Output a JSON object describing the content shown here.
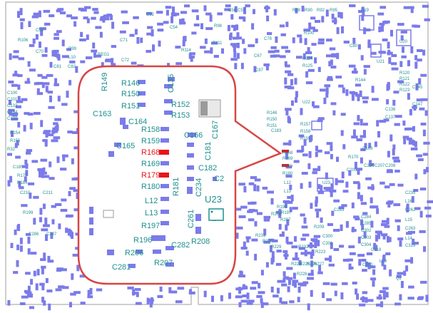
{
  "colors": {
    "board_bg": "#ffffff",
    "board_outline": "#bdbdbd",
    "pad": "#7b7bea",
    "pad_dark": "#5c5cd6",
    "silk_text": "#1f8f8f",
    "highlight": "#e8141b",
    "callout_border": "#d84545",
    "chip_fill": "#e9e9e9",
    "chip_dark": "#9a9a9a"
  },
  "callout": {
    "labels": {
      "r146": "R146",
      "r150": "R150",
      "r151": "R151",
      "r149": "R149",
      "c135": "C135",
      "r152": "R152",
      "r153": "R153",
      "c163": "C163",
      "c164": "C164",
      "r158": "R158",
      "r159": "R159",
      "c165": "C165",
      "c166": "C166",
      "c167": "C167",
      "c181": "C181",
      "r168": "R168",
      "r169": "R169",
      "r179": "R179",
      "c182": "C182",
      "c2": "C2",
      "r180": "R180",
      "r181": "R181",
      "c234": "C234",
      "l12": "L12",
      "l13": "L13",
      "u23": "U23",
      "r197": "R197",
      "c261": "C261",
      "r196": "R196",
      "r208": "R208",
      "c282": "C282",
      "r206": "R206",
      "r207": "R207",
      "c281": "C281"
    }
  },
  "board": {
    "labels": {
      "r88": "R88",
      "r90": "R90",
      "r92": "R92",
      "r95": "R95",
      "u19": "U19",
      "u20": "U20",
      "u21": "U21",
      "u22": "U22",
      "c56": "C56",
      "c57": "C57",
      "c59": "C59",
      "c70": "C70",
      "r106": "R106",
      "reg1": "REG1",
      "c71": "C71",
      "c72": "C72",
      "c81": "C81",
      "c82": "C82",
      "c100": "C100",
      "c101": "C101",
      "c133": "C133",
      "c134": "C134",
      "c138": "C138",
      "r154": "R154",
      "r155": "R155",
      "r32": "R32",
      "c185": "C185",
      "r172": "R172",
      "r184": "R184",
      "c210": "C210",
      "c211": "C211",
      "r199": "R199",
      "c286": "C286",
      "c287": "C287",
      "r146": "R146",
      "r150": "R150",
      "r151": "R151",
      "r157": "R157",
      "r158": "R158",
      "r159": "R159",
      "r168": "R168",
      "r169": "R169",
      "r179": "R179",
      "r180": "R180",
      "l12": "L12",
      "l13": "L13",
      "r197": "R197",
      "c136": "C136",
      "c137": "C137",
      "c183": "C183",
      "r170": "R170",
      "c169": "C169",
      "c205": "C205",
      "u23": "U23",
      "r196": "R196",
      "r206": "R206",
      "r207": "R207",
      "c283": "C283",
      "r209": "R209",
      "c300": "C300",
      "c301": "C301",
      "c284": "C284",
      "c285": "C285",
      "c302": "C302",
      "c303": "C303",
      "c304": "C304",
      "c235": "C235",
      "l16": "L16",
      "c262": "C262",
      "l15": "L15",
      "c263": "C263",
      "l14": "L14",
      "c318": "C318",
      "c319": "C319",
      "c320": "C320",
      "l19": "L19",
      "q2": "Q2",
      "r223": "R223",
      "r224": "R224",
      "r225": "R225",
      "r226": "R226",
      "r227": "R227",
      "r228": "R228",
      "r229": "R229",
      "r230": "R230",
      "r231": "R231",
      "r232": "R232",
      "c145": "C145",
      "c147": "C147",
      "r100": "R100",
      "r124": "R124",
      "r125": "R125",
      "l10": "L10",
      "r99": "R99",
      "c78": "C78",
      "c67": "C67",
      "c87": "C87",
      "r114": "R114",
      "c80": "C80",
      "c206": "C206",
      "c207": "C207",
      "c208": "C208",
      "r194": "R194",
      "r195": "R195",
      "c54": "C54",
      "c52": "C52",
      "r98": "R98",
      "r111": "R111",
      "r120": "R120",
      "r121": "R121",
      "r122": "R122",
      "r123": "R123",
      "r144": "R144"
    }
  }
}
